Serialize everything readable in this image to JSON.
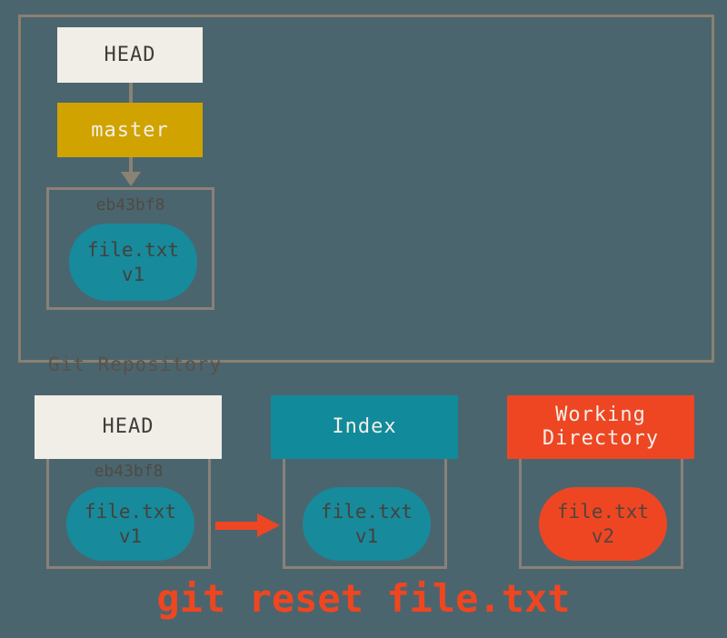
{
  "colors": {
    "background": "#4B656E",
    "box_border": "#8A8070",
    "inner_border": "#8B8178",
    "connector": "#8A8275",
    "cream": "#F0EEE6",
    "gold": "#D0A300",
    "teal": "#178A9B",
    "red_orange": "#EE4623",
    "dark_text": "#3F3D3A",
    "hash_text": "#4E4A44",
    "light_text": "#F2EFE8",
    "caption_text": "#EF4620"
  },
  "repository": {
    "label": "Git Repository",
    "head_label": "HEAD",
    "branch_label": "master",
    "commit": {
      "hash": "eb43bf8",
      "file": "file.txt",
      "version": "v1"
    }
  },
  "areas": {
    "head": {
      "header": "HEAD",
      "hash": "eb43bf8",
      "file": "file.txt",
      "version": "v1"
    },
    "index": {
      "header": "Index",
      "file": "file.txt",
      "version": "v1"
    },
    "working_directory": {
      "header": "Working Directory",
      "file": "file.txt",
      "version": "v2"
    }
  },
  "caption": "git reset file.txt"
}
